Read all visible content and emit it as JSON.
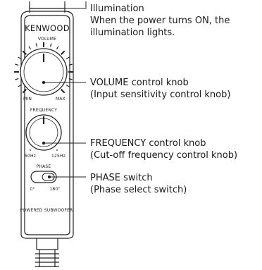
{
  "device": {
    "brand": "KENWOOD",
    "volume_label": "VOLUME",
    "volume_min": "MIN",
    "volume_max": "MAX",
    "frequency_label": "FREQUENCY",
    "freq_min": "50Hz",
    "freq_max": "125Hz",
    "phase_label": "PHASE",
    "phase_0": "0°",
    "phase_180": "180°",
    "footer": "POWERED SUBWOOFER"
  },
  "callouts": {
    "illumination": {
      "line1": "Illumination",
      "line2": "When the power turns ON, the",
      "line3": "illumination lights."
    },
    "volume": {
      "line1": "VOLUME control knob",
      "line2": "(Input sensitivity control knob)"
    },
    "frequency": {
      "line1": "FREQUENCY control knob",
      "line2": "(Cut-off frequency control knob)"
    },
    "phase": {
      "line1": "PHASE switch",
      "line2": "(Phase select switch)"
    }
  },
  "colors": {
    "line": "#222222",
    "knob_fill": "#ffffff",
    "background": "#ffffff"
  }
}
